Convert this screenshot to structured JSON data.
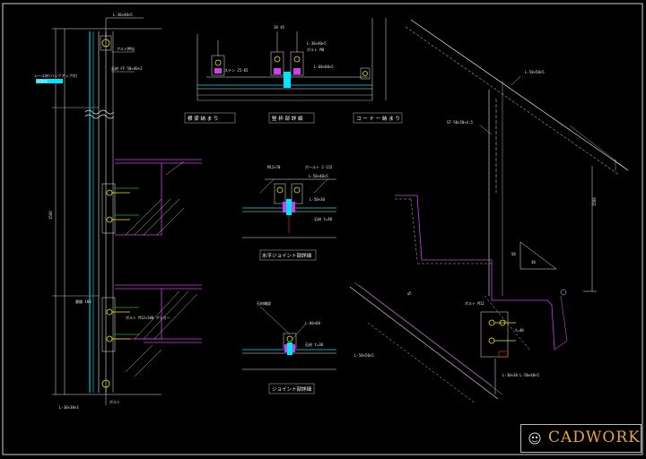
{
  "drawing": {
    "brand": "CADWORK",
    "captions": {
      "plan_left": "横 梁 納 ま り",
      "plan_center": "竪 枠 部 詳 細",
      "plan_right": "コ ー ナ ー 納 ま り",
      "joint_upper": "水平ジョイント部詳細",
      "joint_lower": "ジョイント部詳細"
    },
    "dimensions": {
      "total_height": "1500",
      "angle": "30"
    },
    "colors": {
      "background": "#000000",
      "white": "#e8e8e8",
      "cyan": "#00e5ff",
      "magenta": "#d23cf0",
      "yellow": "#f5e900",
      "green": "#33ff55",
      "red": "#ff3030",
      "logo": "#e7a43a"
    }
  }
}
